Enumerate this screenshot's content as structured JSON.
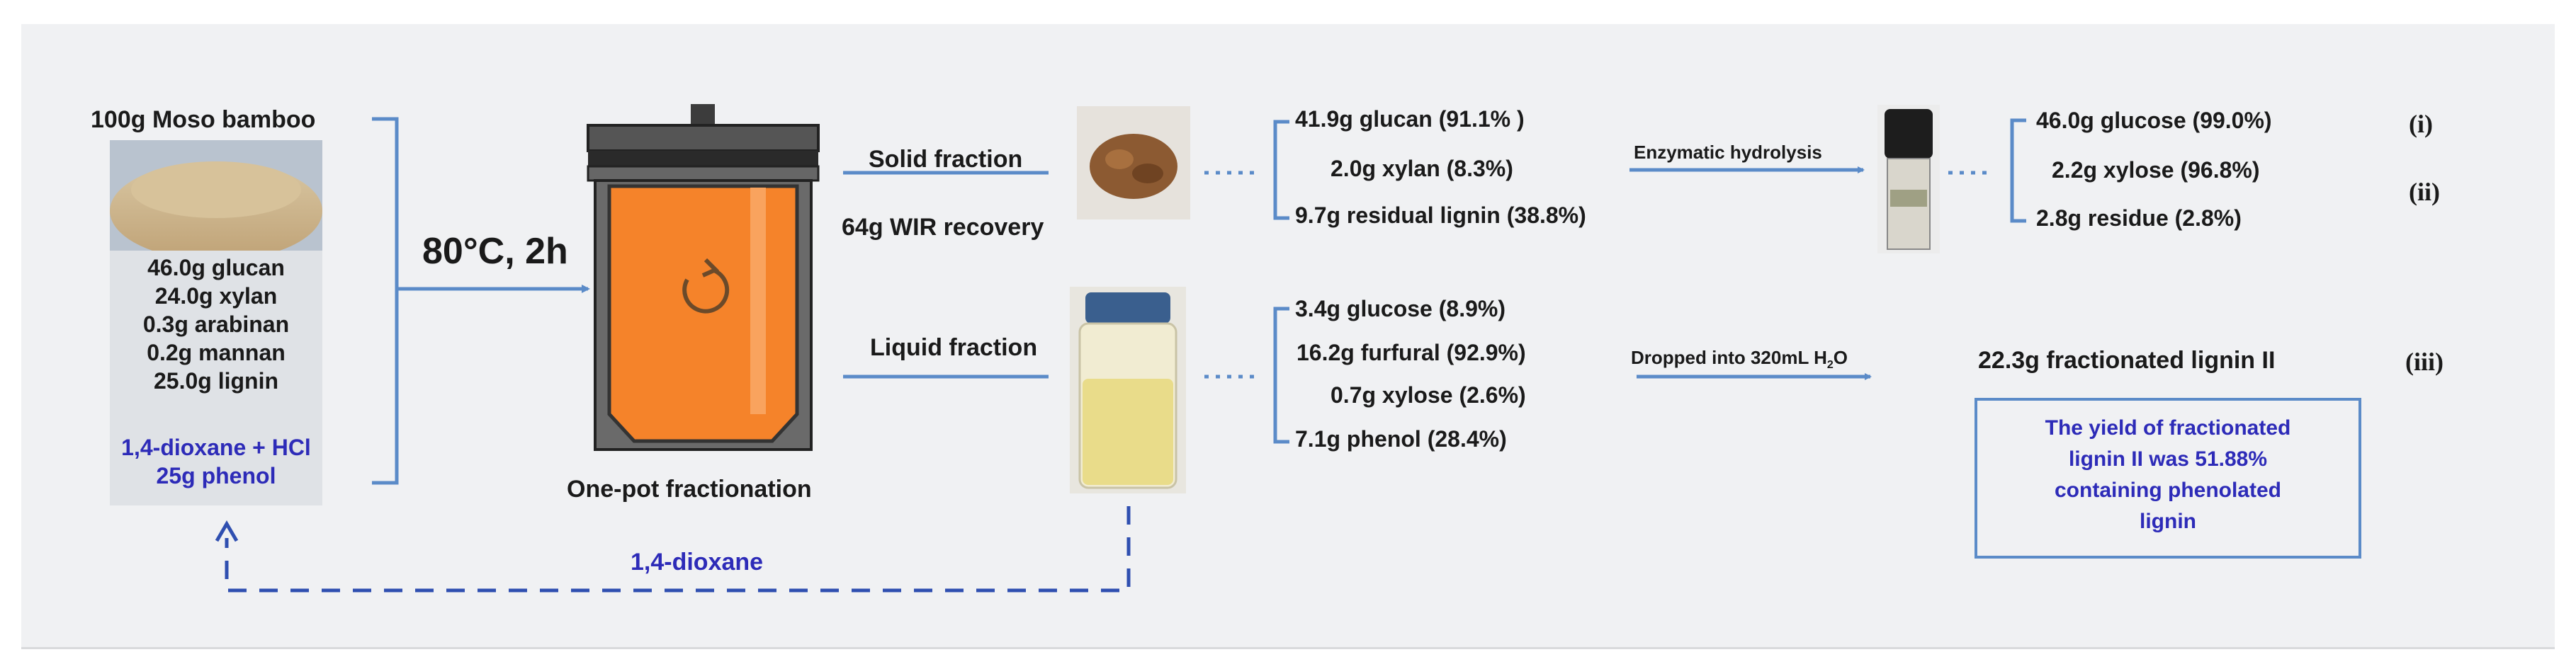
{
  "feedstock": {
    "title": "100g Moso bamboo",
    "composition": [
      "46.0g glucan",
      "24.0g xylan",
      "0.3g arabinan",
      "0.2g mannan",
      "25.0g lignin"
    ],
    "reagents": [
      "1,4-dioxane + HCl",
      "25g phenol"
    ]
  },
  "conditions": "80°C, 2h",
  "reactor_label": "One-pot fractionation",
  "recycle_label": "1,4-dioxane",
  "solid": {
    "label": "Solid fraction",
    "recovery": "64g WIR recovery",
    "products": [
      "41.9g glucan (91.1% )",
      "2.0g xylan (8.3%)",
      "9.7g residual lignin (38.8%)"
    ],
    "process": "Enzymatic hydrolysis",
    "outputs": [
      "46.0g glucose (99.0%)",
      "2.2g xylose (96.8%)",
      "2.8g residue (2.8%)"
    ]
  },
  "liquid": {
    "label": "Liquid fraction",
    "products": [
      "3.4g glucose (8.9%)",
      "16.2g furfural (92.9%)",
      "0.7g xylose (2.6%)",
      "7.1g phenol (28.4%)"
    ],
    "process": "Dropped into 320mL H",
    "process_sub": "2",
    "process_tail": "O",
    "output": "22.3g fractionated lignin II",
    "note": [
      "The yield of fractionated",
      "lignin II was 51.88%",
      "containing phenolated",
      "lignin"
    ]
  },
  "markers": [
    "(i)",
    "(ii)",
    "(iii)"
  ],
  "colors": {
    "arrow": "#5b8bc8",
    "recycle": "#2f4fb0",
    "reactor": "#f5832a",
    "text_blue": "#2d2bb8"
  },
  "icons": [
    "bamboo-powder-image",
    "reactor-icon",
    "solid-residue-image",
    "hydrolysis-vial-image",
    "liquid-jar-image"
  ]
}
